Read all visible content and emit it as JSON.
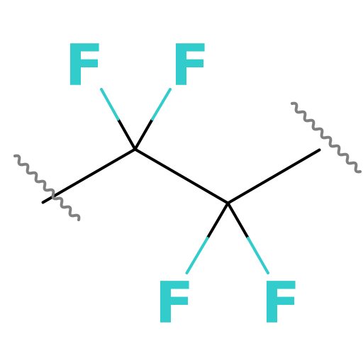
{
  "molecule": {
    "atoms": [
      {
        "id": "c1",
        "element": "C",
        "label": ""
      },
      {
        "id": "c2",
        "element": "C",
        "label": ""
      },
      {
        "id": "f1",
        "element": "F",
        "label": "F"
      },
      {
        "id": "f2",
        "element": "F",
        "label": "F"
      },
      {
        "id": "f3",
        "element": "F",
        "label": "F"
      },
      {
        "id": "f4",
        "element": "F",
        "label": "F"
      }
    ],
    "bonds": [
      {
        "from": "c1",
        "to": "c2",
        "order": 1
      },
      {
        "from": "c1",
        "to": "f1",
        "order": 1
      },
      {
        "from": "c1",
        "to": "f2",
        "order": 1
      },
      {
        "from": "c2",
        "to": "f3",
        "order": 1
      },
      {
        "from": "c2",
        "to": "f4",
        "order": 1
      }
    ],
    "attachment_points": 2,
    "colors": {
      "carbon_bond": "#000000",
      "fluorine": "#33CCCC",
      "attachment": "#808080"
    }
  }
}
